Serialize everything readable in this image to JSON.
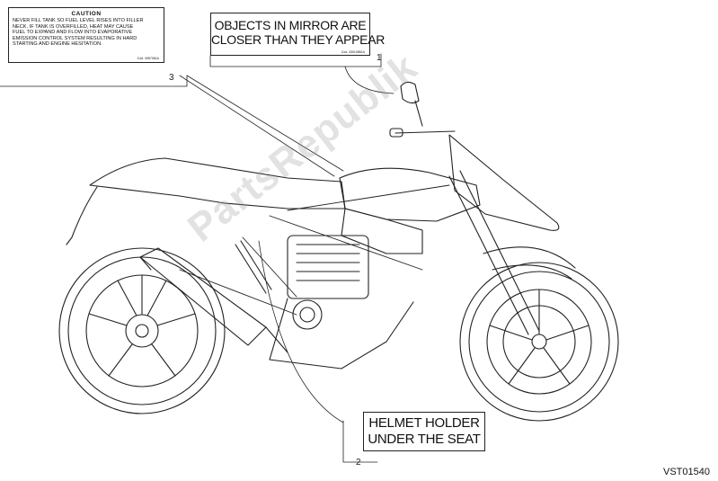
{
  "labels": {
    "caution": {
      "title": "CAUTION",
      "lines": [
        "NEVER FILL TANK SO FUEL LEVEL RISES INTO FILLER",
        "NECK. IF TANK IS OVERFILLED, HEAT MAY CAUSE",
        "FUEL TO EXPAND AND FLOW INTO EVAPORATIVE",
        "EMISSION CONTROL SYSTEM RESULTING IN HARD",
        "STARTING AND ENGINE HESITATION."
      ],
      "code": "Cod. 4957061A"
    },
    "mirror": {
      "lines": [
        "OBJECTS IN MIRROR ARE",
        "CLOSER THAN THEY APPEAR"
      ],
      "code": "Cod. 43010851A"
    },
    "helmet": {
      "lines": [
        "HELMET HOLDER",
        "UNDER THE SEAT"
      ]
    }
  },
  "callouts": [
    "1",
    "2",
    "3"
  ],
  "drawing_code": "VST01540",
  "watermark": "PartsRepublik",
  "colors": {
    "line": "#222222",
    "watermark": "#999999"
  }
}
